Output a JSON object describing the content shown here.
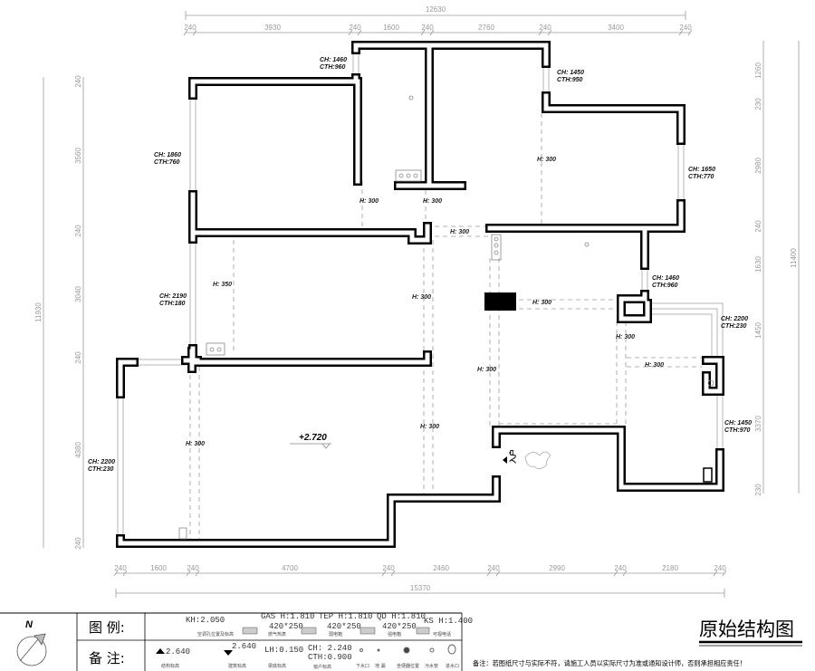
{
  "dimensions": {
    "top_total": "12630",
    "top": [
      "240",
      "3930",
      "240",
      "1600",
      "240",
      "2760",
      "240",
      "3400",
      "240"
    ],
    "bottom_total": "15370",
    "bottom": [
      "240",
      "1600",
      "240",
      "4700",
      "240",
      "2460",
      "240",
      "2990",
      "240",
      "2180",
      "240"
    ],
    "left_total": "11930",
    "left": [
      "240",
      "3560",
      "240",
      "3040",
      "240",
      "4380",
      "240"
    ],
    "right_total": "11400",
    "right": [
      "1260",
      "230",
      "2980",
      "240",
      "1630",
      "1450",
      "3370",
      "230"
    ]
  },
  "windows": [
    {
      "ch": "CH: 1460",
      "cth": "CTH:960"
    },
    {
      "ch": "CH: 1450",
      "cth": "CTH:950"
    },
    {
      "ch": "CH: 1860",
      "cth": "CTH:760"
    },
    {
      "ch": "CH: 1650",
      "cth": "CTH:770"
    },
    {
      "ch": "CH: 2190",
      "cth": "CTH:180"
    },
    {
      "ch": "CH: 1460",
      "cth": "CTH:960"
    },
    {
      "ch": "CH: 2200",
      "cth": "CTH:230"
    },
    {
      "ch": "CH: 1450",
      "cth": "CTH:970"
    },
    {
      "ch": "CH: 2200",
      "cth": "CTH:230"
    }
  ],
  "beam_heights": [
    "H: 300",
    "H: 300",
    "H: 300",
    "H: 300",
    "H: 300",
    "H: 300",
    "H: 300",
    "H: 300",
    "H: 300",
    "H: 300",
    "H: 300",
    "H: 350"
  ],
  "floor_level": "+2.720",
  "entry_label": "入户",
  "legend": {
    "north": "N",
    "legend_label": "图 例:",
    "notes_label": "备 注:",
    "row1": [
      {
        "code": "KH:2.050",
        "desc": "空调孔位置及标高"
      },
      {
        "code": "GAS H:1.810",
        "size": "420*250",
        "desc": "燃气热表"
      },
      {
        "code": "TEP H:1.810",
        "size": "420*250",
        "desc": "弱电箱"
      },
      {
        "code": "QD H:1.810",
        "size": "420*250",
        "desc": "强电箱"
      },
      {
        "code": "KS H:1.400",
        "desc": "可视电话"
      }
    ],
    "row2": [
      {
        "code": "2.640",
        "desc": "结构标高"
      },
      {
        "code": "2.640",
        "desc": "建筑标高"
      },
      {
        "code": "LH:0.150",
        "desc": "梁底标高"
      },
      {
        "code": "CH: 2.240",
        "code2": "CTH:0.900",
        "desc": "窗户标高"
      },
      {
        "desc": "下水口"
      },
      {
        "desc": "地 漏"
      },
      {
        "desc": "坐便器位置"
      },
      {
        "desc": "污水管"
      },
      {
        "desc": "进水口"
      }
    ],
    "title": "原始结构图",
    "note": "备注：若图纸尺寸与实际不符，请施工人员以实际尺寸为准或通知设计师，否则承担相应责任！"
  }
}
